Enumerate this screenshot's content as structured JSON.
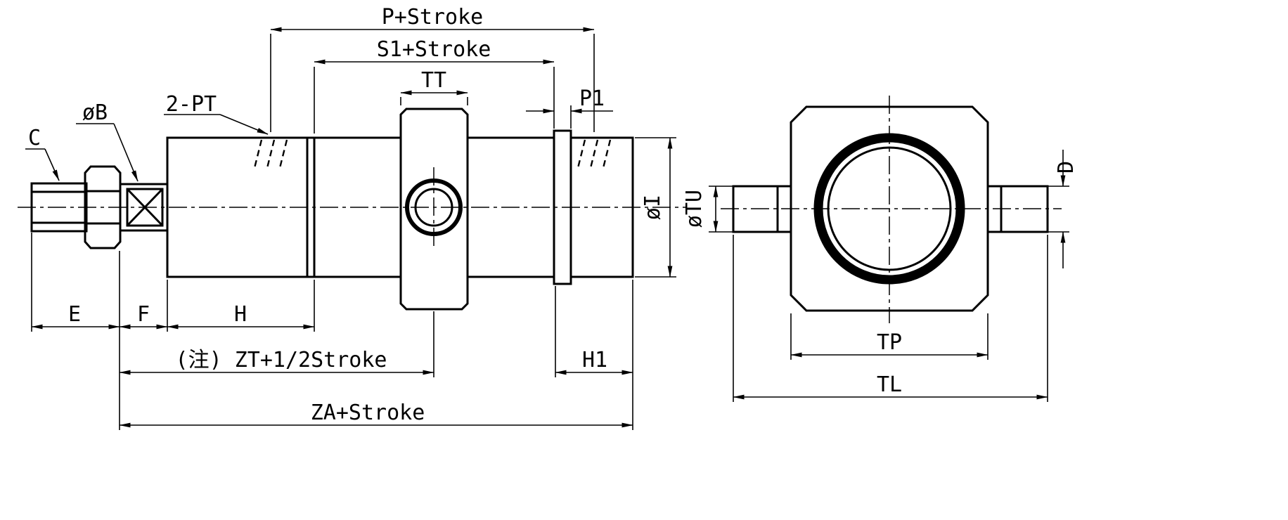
{
  "labels": {
    "p_stroke": "P+Stroke",
    "s1_stroke": "S1+Stroke",
    "tt": "TT",
    "p1": "P1",
    "two_pt": "2-PT",
    "dia_b": "øB",
    "c": "C",
    "e": "E",
    "f": "F",
    "h": "H",
    "zt_note": "(注) ZT+1/2Stroke",
    "h1": "H1",
    "za_stroke": "ZA+Stroke",
    "dia_i": "øI",
    "dia_tu": "øTU",
    "d": "D",
    "tp": "TP",
    "tl": "TL"
  },
  "colors": {
    "line": "#000000",
    "background": "#ffffff"
  }
}
